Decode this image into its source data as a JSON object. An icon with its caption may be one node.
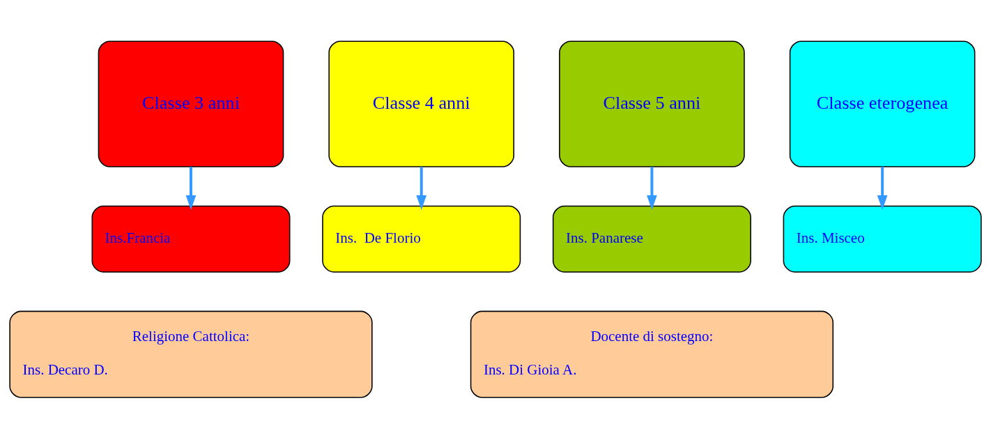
{
  "diagram": {
    "nodes": [
      {
        "text": [
          "Classe 3 anni"
        ]
      },
      {
        "text": [
          "Classe 4 anni"
        ]
      },
      {
        "text": [
          "Classe 5 anni"
        ]
      },
      {
        "text": [
          "Classe eterogenea"
        ]
      },
      {
        "text": [
          "Ins.Francia"
        ]
      },
      {
        "text": [
          "Ins.  De Florio"
        ]
      },
      {
        "text": [
          "Ins. Panarese"
        ]
      },
      {
        "text": [
          "Ins. Misceo"
        ]
      },
      {
        "text": [
          "Religione Cattolica:",
          "Ins. Decaro D."
        ]
      },
      {
        "text": [
          "Docente di sostegno:",
          "Ins. Di Gioia A."
        ]
      }
    ],
    "edges": [
      {
        "from": 0,
        "to": 4,
        "arrow": "to"
      },
      {
        "from": 1,
        "to": 5,
        "arrow": "to"
      },
      {
        "from": 2,
        "to": 6,
        "arrow": "to"
      },
      {
        "from": 3,
        "to": 7,
        "arrow": "to"
      }
    ]
  }
}
